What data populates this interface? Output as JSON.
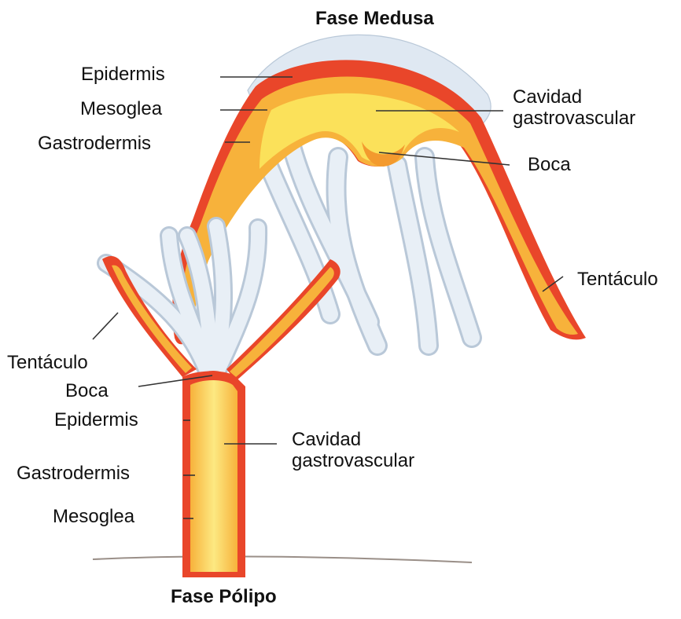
{
  "medusa": {
    "title": "Fase Medusa",
    "labels": {
      "epidermis": "Epidermis",
      "mesoglea": "Mesoglea",
      "gastrodermis": "Gastrodermis",
      "cavity_line1": "Cavidad",
      "cavity_line2": "gastrovascular",
      "mouth": "Boca",
      "tentacle": "Tentáculo"
    }
  },
  "polyp": {
    "title": "Fase Pólipo",
    "labels": {
      "tentacle": "Tentáculo",
      "mouth": "Boca",
      "epidermis": "Epidermis",
      "cavity_line1": "Cavidad",
      "cavity_line2": "gastrovascular",
      "gastrodermis": "Gastrodermis",
      "mesoglea": "Mesoglea"
    }
  },
  "colors": {
    "epidermis": "#e9462a",
    "mesoglea": "#f7b23b",
    "gastrodermis": "#fbe15a",
    "bell_outer": "#dfe8f2",
    "tentacles": "#e4ecf4",
    "tentacle_outline": "#b9c8d8"
  }
}
